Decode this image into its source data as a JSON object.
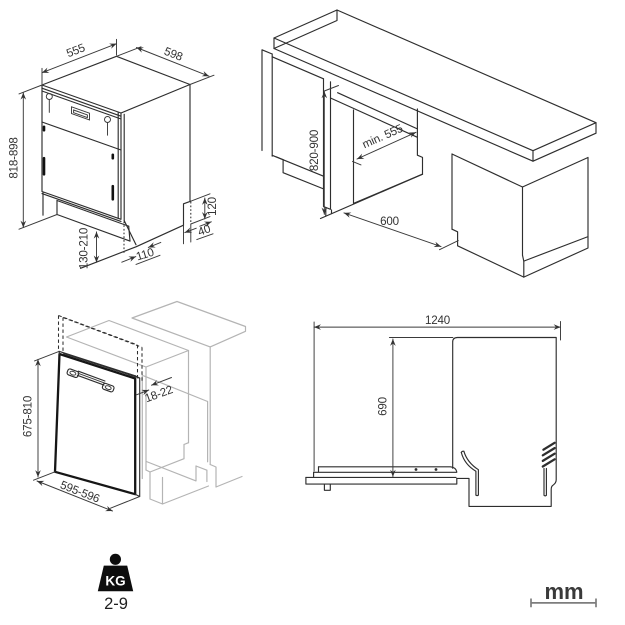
{
  "unit_label": "mm",
  "weight_icon": {
    "kg_label": "KG",
    "range_label": "2-9"
  },
  "panels": {
    "dishwasher_iso": {
      "dims": {
        "depth_top": "555",
        "width_top": "598",
        "height": "818-898",
        "plinth_height": "130-210",
        "kick_depth": "110",
        "rear_recess_depth": "40",
        "rear_recess_height": "120"
      }
    },
    "niche_iso": {
      "dims": {
        "niche_height": "820-900",
        "niche_depth": "min. 555",
        "niche_width": "600"
      }
    },
    "door_panel": {
      "dims": {
        "panel_height": "675-810",
        "panel_width": "595-596",
        "panel_thickness": "18-22"
      }
    },
    "open_door_side": {
      "dims": {
        "depth_door_open": "1240",
        "door_length": "690"
      }
    }
  }
}
